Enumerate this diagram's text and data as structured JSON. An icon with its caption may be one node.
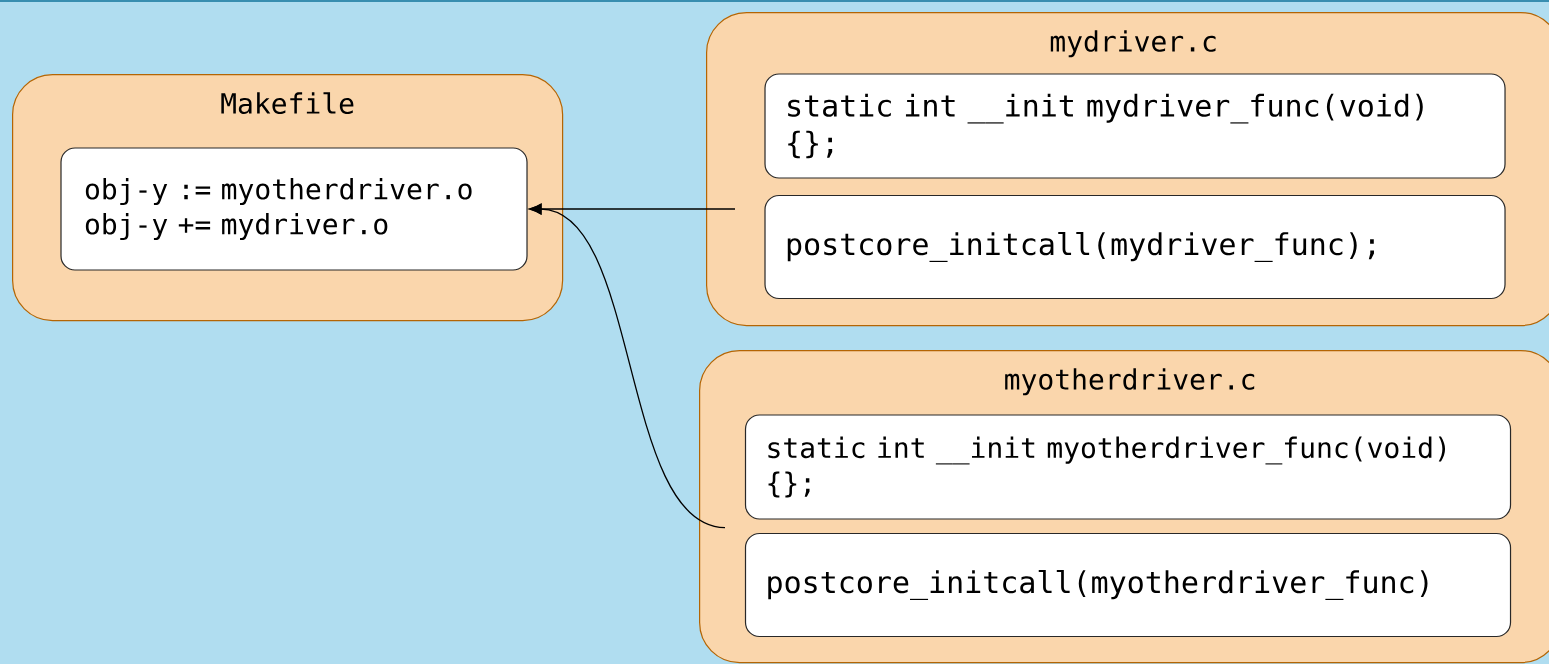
{
  "diagram": {
    "nodes": [
      {
        "text": [
          "Makefile"
        ]
      },
      {
        "text": [
          "obj-y := myotherdriver.o",
          "obj-y += mydriver.o"
        ],
        "in": 0
      },
      {
        "text": [
          "mydriver.c"
        ]
      },
      {
        "text": [
          "static int __init mydriver_func(void) {};"
        ],
        "in": 2
      },
      {
        "text": [
          "postcore_initcall(mydriver_func);"
        ],
        "in": 2
      },
      {
        "text": [
          "myotherdriver.c"
        ]
      },
      {
        "text": [
          "static int __init myotherdriver_func(void) {};"
        ],
        "in": 5
      },
      {
        "text": [
          "postcore_initcall(myotherdriver_func)"
        ],
        "in": 5
      }
    ],
    "edges": [
      {
        "from": 2,
        "to": 1,
        "arrow": "to"
      },
      {
        "from": 5,
        "to": 1,
        "arrow": "to"
      }
    ]
  }
}
